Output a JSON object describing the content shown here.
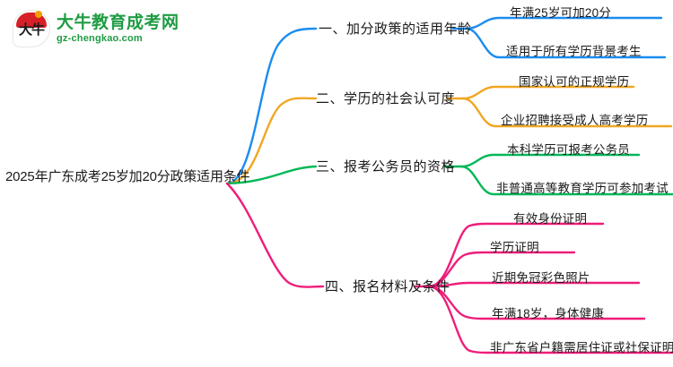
{
  "logo": {
    "badge_text": "大牛",
    "brand_cn": "大牛教育成考网",
    "brand_en": "gz-chengkao.com",
    "brand_color": "#1f9c43",
    "badge_color": "#d61f26"
  },
  "mindmap": {
    "root": "2025年广东成考25岁加20分政策适用条件",
    "branches": [
      {
        "label": "一、加分政策的适用年龄",
        "color": "#1a8cf0",
        "children": [
          "年满25岁可加20分",
          "适用于所有学历背景考生"
        ]
      },
      {
        "label": "二、学历的社会认可度",
        "color": "#f0a722",
        "children": [
          "国家认可的正规学历",
          "企业招聘接受成人高考学历"
        ]
      },
      {
        "label": "三、报考公务员的资格",
        "color": "#00b858",
        "children": [
          "本科学历可报考公务员",
          "非普通高等教育学历可参加考试"
        ]
      },
      {
        "label": "四、报名材料及条件",
        "color": "#ef1d7a",
        "children": [
          "有效身份证明",
          "学历证明",
          "近期免冠彩色照片",
          "年满18岁，身体健康",
          "非广东省户籍需居住证或社保证明"
        ]
      }
    ]
  }
}
